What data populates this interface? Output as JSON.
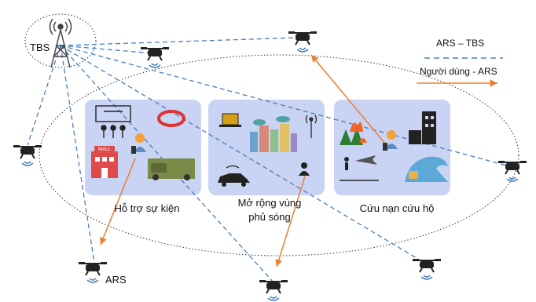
{
  "tbs_label": "TBS",
  "ars_label": "ARS",
  "panels": [
    {
      "caption": "Hỗ trợ sự kiện"
    },
    {
      "caption_line1": "Mở rộng vùng",
      "caption_line2": "phủ sóng"
    },
    {
      "caption": "Cứu nạn cứu hộ"
    }
  ],
  "panel_icons": [
    [
      "stage-crowd-icon",
      "stadium-icon",
      "mall-icon",
      "user-phone-icon",
      "military-icon"
    ],
    [
      "laptop-icon",
      "city-icon",
      "cell-tower-icon",
      "car-icon",
      "person-icon"
    ],
    [
      "wildfire-icon",
      "collapsed-building-icon",
      "user-phone-icon",
      "plane-crash-icon",
      "tsunami-icon"
    ]
  ],
  "legend": [
    {
      "label": "ARS – TBS",
      "style": "dashed",
      "color": "#4A7EBB"
    },
    {
      "label": "Người dùng - ARS",
      "style": "solid",
      "color": "#ED7D31"
    }
  ],
  "mall_sign": "MALL",
  "colors": {
    "panel_fill": "#C9D3F3",
    "link_dashed": "#4A7EBB",
    "link_solid": "#ED7D31",
    "drone": "#222222"
  }
}
